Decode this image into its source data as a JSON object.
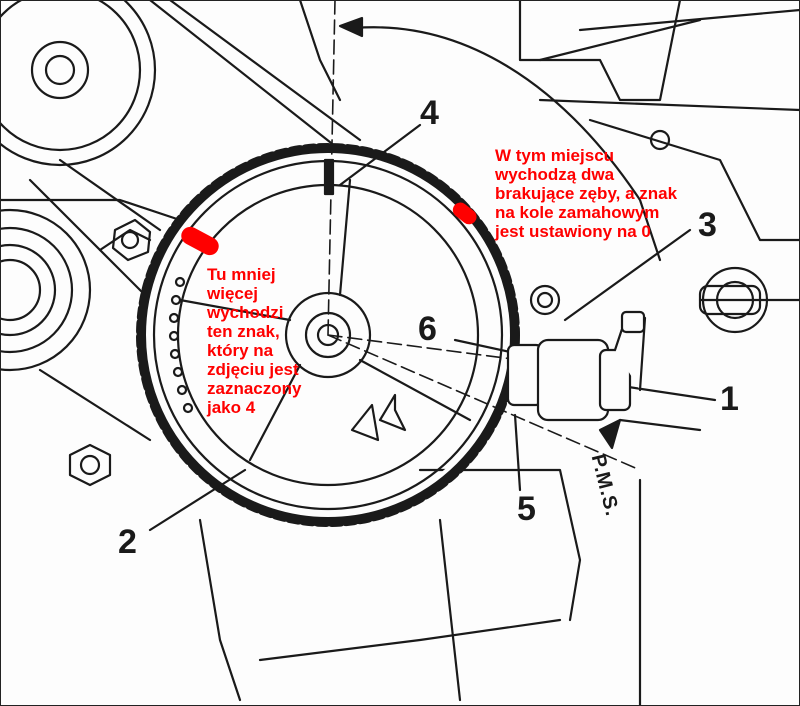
{
  "diagram": {
    "title": "Camshaft timing sprocket and sensor diagram",
    "labels": {
      "n1": "1",
      "n2": "2",
      "n3": "3",
      "n4": "4",
      "n5": "5",
      "n6": "6"
    },
    "pms_label": "P.M.S.",
    "annotations": {
      "right_note": "W tym miejscu\nwychodzą dwa\nbrakujące zęby, a znak\nna kole zamahowym\njest ustawiony na 0",
      "left_note": "Tu mniej\nwięcej\nwychodzi\nten znak,\nktóry na\nzdjęciu jest\nzaznaczony\njako 4"
    },
    "colors": {
      "annotation": "#ff0000",
      "line": "#1a1a1a",
      "background": "#fdfdfd"
    },
    "rotation_arrow_icon": "rotation-arrow-icon",
    "marker_dots": [
      "left-missing-teeth-marker",
      "right-missing-teeth-marker"
    ]
  }
}
